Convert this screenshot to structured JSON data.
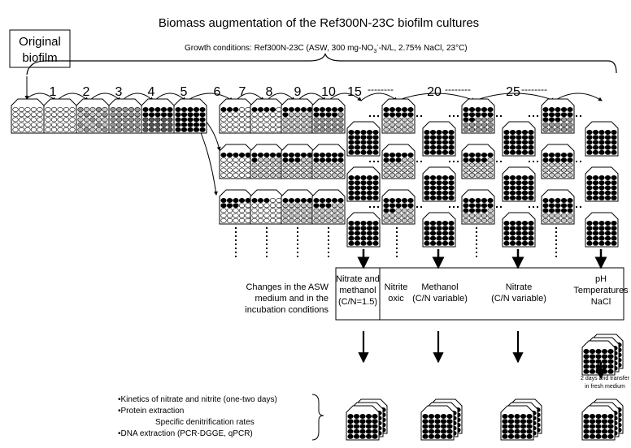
{
  "title": "Biomass augmentation of the Ref300N-23C biofilm cultures",
  "original_label": [
    "Original",
    "biofilm"
  ],
  "growth_conditions": {
    "prefix": "Growth conditions: Ref300N-23C  (ASW, 300 mg-NO",
    "sub": "3",
    "sup": "-",
    "suffix": "-N/L, 2.75% NaCl, 23°C)"
  },
  "transfer_numbers": [
    "1",
    "2",
    "3",
    "4",
    "5",
    "6",
    "7",
    "8",
    "9",
    "10",
    "15",
    "20",
    "25"
  ],
  "dashes": "--------",
  "changes_label": [
    "Changes in the  ASW",
    "medium and in the",
    "incubation conditions"
  ],
  "conditions": [
    {
      "lines": [
        "Nitrate and",
        "methanol",
        "(C/N=1.5)"
      ]
    },
    {
      "lines": [
        "Nitrite",
        "oxic"
      ]
    },
    {
      "lines": [
        "Methanol",
        "(C/N variable)"
      ]
    },
    {
      "lines": [
        "Nitrate",
        "(C/N variable)"
      ]
    },
    {
      "lines": [
        "pH",
        "Temperatures",
        "NaCl"
      ]
    }
  ],
  "transfer_note": [
    "2 days and transfer",
    "in fresh medium"
  ],
  "analyses": [
    "•Kinetics of nitrate and nitrite  (one-two days)",
    "•Protein extraction",
    "Specific denitrification rates",
    "•DNA extraction (PCR-DGGE,  qPCR)"
  ],
  "colors": {
    "empty": "#ffffff",
    "light": "#c8c8c8",
    "mid": "#999999",
    "dark": "#555555",
    "filled": "#000000",
    "stroke": "#000000"
  }
}
